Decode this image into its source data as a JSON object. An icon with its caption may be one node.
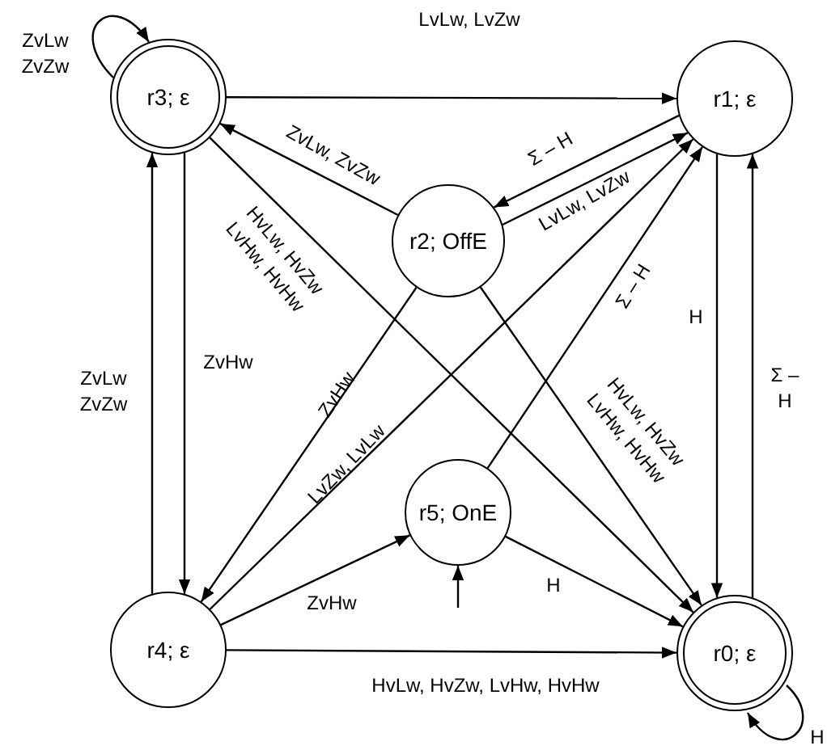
{
  "diagram": {
    "nodes": [
      {
        "text": [
          "r3; ε"
        ]
      },
      {
        "text": [
          "r1; ε"
        ]
      },
      {
        "text": [
          "r2; OffE"
        ]
      },
      {
        "text": [
          "r5; OnE"
        ]
      },
      {
        "text": [
          "r4; ε"
        ]
      },
      {
        "text": [
          "r0; ε"
        ]
      }
    ],
    "edges": [
      {
        "from": 0,
        "to": 0,
        "arrow": "to",
        "label": "ZvLw ZvZw"
      },
      {
        "from": 0,
        "to": 1,
        "arrow": "to",
        "label": "LvLw, LvZw"
      },
      {
        "from": 2,
        "to": 0,
        "arrow": "to",
        "label": "ZvLw, ZvZw"
      },
      {
        "from": 0,
        "to": 5,
        "arrow": "to",
        "label": "HvLw, HvZw LvHw, HvHw"
      },
      {
        "from": 2,
        "to": 5,
        "arrow": "to",
        "label": "HvLw, HvZw LvHw, HvHw"
      },
      {
        "from": 1,
        "to": 2,
        "arrow": "to",
        "label": "Σ – H"
      },
      {
        "from": 2,
        "to": 1,
        "arrow": "to",
        "label": "LvLw, LvZw"
      },
      {
        "from": 4,
        "to": 1,
        "arrow": "to",
        "label": "LvZw, LvLw"
      },
      {
        "from": 2,
        "to": 4,
        "arrow": "to",
        "label": "ZvHw"
      },
      {
        "from": 3,
        "to": 1,
        "arrow": "to",
        "label": "Σ – H"
      },
      {
        "from": 3,
        "to": 5,
        "arrow": "to",
        "label": "H"
      },
      {
        "from": 4,
        "to": 3,
        "arrow": "to",
        "label": "ZvHw"
      },
      {
        "from": 4,
        "to": 5,
        "arrow": "to",
        "label": "HvLw, HvZw, LvHw, HvHw"
      },
      {
        "from": 0,
        "to": 4,
        "arrow": "to",
        "label": "ZvHw"
      },
      {
        "from": 4,
        "to": 0,
        "arrow": "to",
        "label": "ZvLw ZvZw"
      },
      {
        "from": 1,
        "to": 5,
        "arrow": "to",
        "label": "H"
      },
      {
        "from": 5,
        "to": 1,
        "arrow": "to",
        "label": "Σ – H"
      },
      {
        "from": 5,
        "to": 5,
        "arrow": "to",
        "label": "H"
      },
      {
        "from": null,
        "to": 3,
        "arrow": "to"
      }
    ]
  }
}
